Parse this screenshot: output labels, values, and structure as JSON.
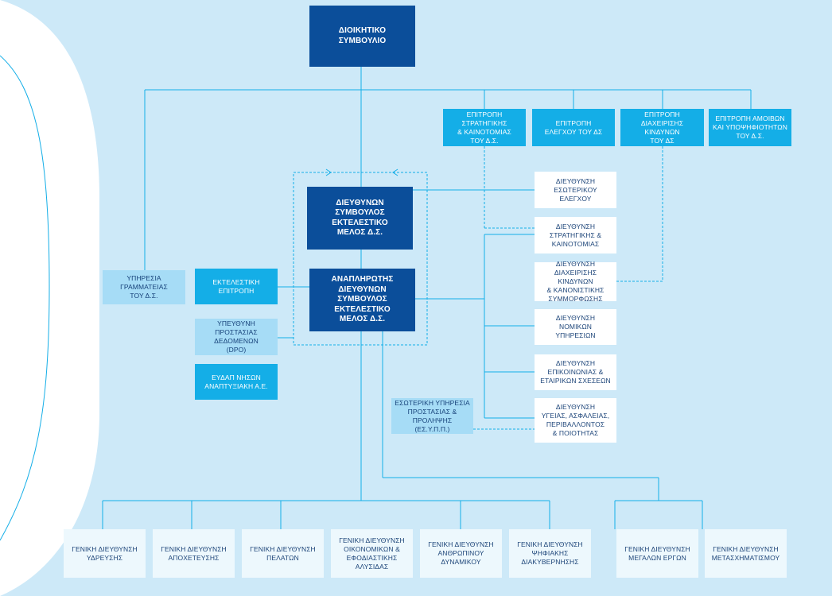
{
  "nodes": {
    "board": "ΔΙΟΙΚΗΤΙΚΟ\nΣΥΜΒΟΥΛΙΟ",
    "ceo": "ΔΙΕΥΘΥΝΩΝ\nΣΥΜΒΟΥΛΟΣ\nΕΚΤΕΛΕΣΤΙΚΟ\nΜΕΛΟΣ Δ.Σ.",
    "deputy_ceo": "ΑΝΑΠΛΗΡΩΤΗΣ\nΔΙΕΥΘΥΝΩΝ\nΣΥΜΒΟΥΛΟΣ\nΕΚΤΕΛΕΣΤΙΚΟ\nΜΕΛΟΣ Δ.Σ.",
    "committee_strategy": "ΕΠΙΤΡΟΠΗ ΣΤΡΑΤΗΓΙΚΗΣ\n& ΚΑΙΝΟΤΟΜΙΑΣ\nΤΟΥ Δ.Σ.",
    "committee_audit": "ΕΠΙΤΡΟΠΗ\nΕΛΕΓΧΟΥ ΤΟΥ ΔΣ",
    "committee_risk": "ΕΠΙΤΡΟΠΗ\nΔΙΑΧΕΙΡΙΣΗΣ ΚΙΝΔΥΝΩΝ\nΤΟΥ ΔΣ",
    "committee_remuneration": "ΕΠΙΤΡΟΠΗ ΑΜΟΙΒΩΝ\nΚΑΙ ΥΠΟΨΗΦΙΟΤΗΤΩΝ\nΤΟΥ Δ.Σ.",
    "board_secretariat": "ΥΠΗΡΕΣΙΑ\nΓΡΑΜΜΑΤΕΙΑΣ\nΤΟΥ Δ.Σ.",
    "executive_committee": "ΕΚΤΕΛΕΣΤΙΚΗ\nΕΠΙΤΡΟΠΗ",
    "dpo": "ΥΠΕΥΘΥΝΗ ΠΡΟΣΤΑΣΙΑΣ\nΔΕΔΟΜΕΝΩΝ\n(DPO)",
    "eydap_islands": "ΕΥΔΑΠ ΝΗΣΩΝ\nΑΝΑΠΤΥΞΙΑΚΗ Α.Ε.",
    "internal_audit": "ΔΙΕΥΘΥΝΣΗ\nΕΣΩΤΕΡΙΚΟΥ\nΕΛΕΓΧΟΥ",
    "strategy_division": "ΔΙΕΥΘΥΝΣΗ\nΣΤΡΑΤΗΓΙΚΗΣ &\nΚΑΙΝΟΤΟΜΙΑΣ",
    "risk_compliance": "ΔΙΕΥΘΥΝΣΗ\nΔΙΑΧΕΙΡΙΣΗΣ ΚΙΝΔΥΝΩΝ\n& ΚΑΝΟΝΙΣΤΙΚΗΣ\nΣΥΜΜΟΡΦΩΣΗΣ",
    "legal": "ΔΙΕΥΘΥΝΣΗ\nΝΟΜΙΚΩΝ\nΥΠΗΡΕΣΙΩΝ",
    "communication": "ΔΙΕΥΘΥΝΣΗ\nΕΠΙΚΟΙΝΩΝΙΑΣ &\nΕΤΑΙΡΙΚΩΝ ΣΧΕΣΕΩΝ",
    "health_safety": "ΔΙΕΥΘΥΝΣΗ\nΥΓΕΙΑΣ, ΑΣΦΑΛΕΙΑΣ,\nΠΕΡΙΒΑΛΛΟΝΤΟΣ\n& ΠΟΙΟΤΗΤΑΣ",
    "esypp": "ΕΣΩΤΕΡΙΚΗ ΥΠΗΡΕΣΙΑ\nΠΡΟΣΤΑΣΙΑΣ &\nΠΡΟΛΗΨΗΣ (ΕΣ.Υ.Π.Π.)",
    "gd_water": "ΓΕΝΙΚΗ ΔΙΕΥΘΥΝΣΗ\nΥΔΡΕΥΣΗΣ",
    "gd_sewerage": "ΓΕΝΙΚΗ ΔΙΕΥΘΥΝΣΗ\nΑΠΟΧΕΤΕΥΣΗΣ",
    "gd_customers": "ΓΕΝΙΚΗ ΔΙΕΥΘΥΝΣΗ\nΠΕΛΑΤΩΝ",
    "gd_finance": "ΓΕΝΙΚΗ ΔΙΕΥΘΥΝΣΗ\nΟΙΚΟΝΟΜΙΚΩΝ &\nΕΦΟΔΙΑΣΤΙΚΗΣ\nΑΛΥΣΙΔΑΣ",
    "gd_hr": "ΓΕΝΙΚΗ ΔΙΕΥΘΥΝΣΗ\nΑΝΘΡΩΠΙΝΟΥ\nΔΥΝΑΜΙΚΟΥ",
    "gd_digital": "ΓΕΝΙΚΗ ΔΙΕΥΘΥΝΣΗ\nΨΗΦΙΑΚΗΣ\nΔΙΑΚΥΒΕΡΝΗΣΗΣ",
    "gd_major_projects": "ΓΕΝΙΚΗ ΔΙΕΥΘΥΝΣΗ\nΜΕΓΑΛΩΝ ΕΡΓΩΝ",
    "gd_transformation": "ΓΕΝΙΚΗ ΔΙΕΥΘΥΝΣΗ\nΜΕΤΑΣΧΗΜΑΤΙΣΜΟΥ"
  },
  "colors": {
    "background": "#cde9f8",
    "dark_box": "#0b4e9a",
    "cyan_box": "#14aee7",
    "light_box": "#a6dcf6",
    "connector": "#14aee7"
  }
}
